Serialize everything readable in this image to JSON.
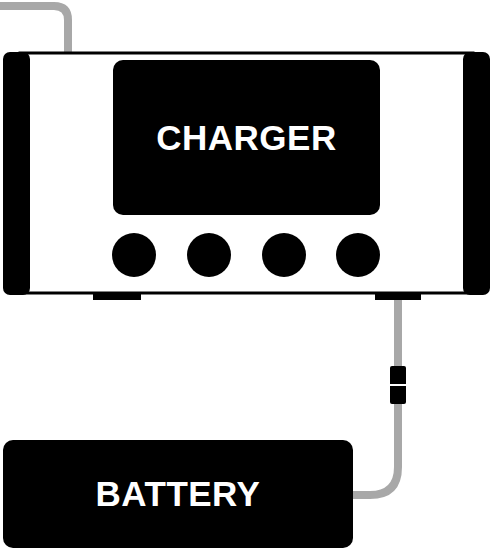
{
  "diagram": {
    "nodes": [
      {
        "text": [
          "CHARGER"
        ]
      },
      {
        "text": [
          "BATTERY"
        ]
      }
    ],
    "edges": [
      {
        "from": 0,
        "to": 1,
        "arrow": "none"
      }
    ]
  }
}
